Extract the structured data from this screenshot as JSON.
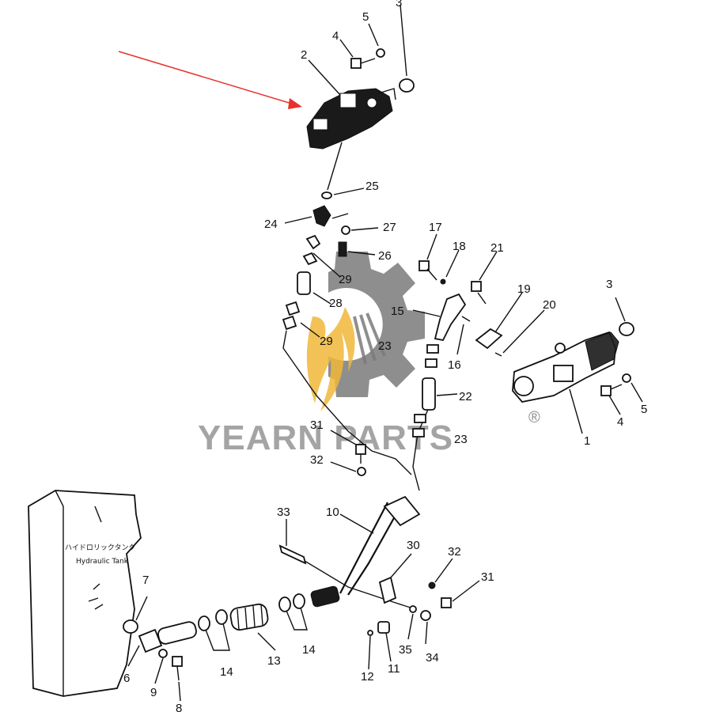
{
  "diagram": {
    "part_labels": [
      "1",
      "2",
      "3",
      "3",
      "4",
      "4",
      "5",
      "5",
      "6",
      "7",
      "8",
      "9",
      "10",
      "11",
      "12",
      "13",
      "14",
      "14",
      "15",
      "16",
      "17",
      "18",
      "19",
      "20",
      "21",
      "22",
      "23",
      "23",
      "24",
      "25",
      "26",
      "27",
      "28",
      "29",
      "29",
      "30",
      "31",
      "31",
      "32",
      "32",
      "33",
      "34",
      "35"
    ],
    "tank_label_jp": "ハイドロリックタンク",
    "tank_label_en": "Hydraulic Tank"
  },
  "watermark": {
    "brand": "YEARN PARTS",
    "registered": "®",
    "colors": {
      "gear": "#7a7a7a",
      "flame": "#f0b73a",
      "text": "#8a8a8a"
    }
  },
  "arrow": {
    "color": "#e8322c"
  }
}
